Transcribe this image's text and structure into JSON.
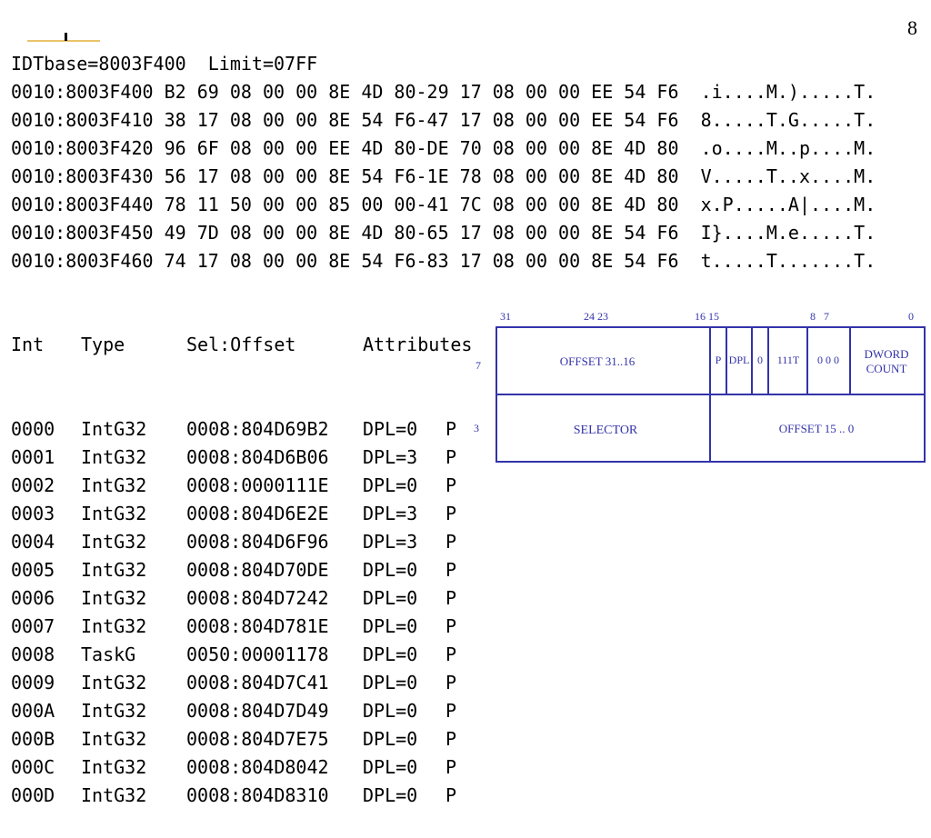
{
  "page_number": "8",
  "idt_header": "IDTbase=8003F400  Limit=07FF",
  "dump_lines": [
    "0010:8003F400 B2 69 08 00 00 8E 4D 80-29 17 08 00 00 EE 54 F6  .i....M.).....T.",
    "0010:8003F410 38 17 08 00 00 8E 54 F6-47 17 08 00 00 EE 54 F6  8.....T.G.....T.",
    "0010:8003F420 96 6F 08 00 00 EE 4D 80-DE 70 08 00 00 8E 4D 80  .o....M..p....M.",
    "0010:8003F430 56 17 08 00 00 8E 54 F6-1E 78 08 00 00 8E 4D 80  V.....T..x....M.",
    "0010:8003F440 78 11 50 00 00 85 00 00-41 7C 08 00 00 8E 4D 80  x.P.....A|....M.",
    "0010:8003F450 49 7D 08 00 00 8E 4D 80-65 17 08 00 00 8E 54 F6  I}....M.e.....T.",
    "0010:8003F460 74 17 08 00 00 8E 54 F6-83 17 08 00 00 8E 54 F6  t.....T.......T."
  ],
  "table": {
    "headers": {
      "int": "Int",
      "type": "Type",
      "sel": "Sel:Offset",
      "attr": "Attributes"
    },
    "rows": [
      {
        "int": "0000",
        "type": "IntG32",
        "sel": "0008:804D69B2",
        "attr": "DPL=0",
        "p": "P"
      },
      {
        "int": "0001",
        "type": "IntG32",
        "sel": "0008:804D6B06",
        "attr": "DPL=3",
        "p": "P"
      },
      {
        "int": "0002",
        "type": "IntG32",
        "sel": "0008:0000111E",
        "attr": "DPL=0",
        "p": "P"
      },
      {
        "int": "0003",
        "type": "IntG32",
        "sel": "0008:804D6E2E",
        "attr": "DPL=3",
        "p": "P"
      },
      {
        "int": "0004",
        "type": "IntG32",
        "sel": "0008:804D6F96",
        "attr": "DPL=3",
        "p": "P"
      },
      {
        "int": "0005",
        "type": "IntG32",
        "sel": "0008:804D70DE",
        "attr": "DPL=0",
        "p": "P"
      },
      {
        "int": "0006",
        "type": "IntG32",
        "sel": "0008:804D7242",
        "attr": "DPL=0",
        "p": "P"
      },
      {
        "int": "0007",
        "type": "IntG32",
        "sel": "0008:804D781E",
        "attr": "DPL=0",
        "p": "P"
      },
      {
        "int": "0008",
        "type": "TaskG",
        "sel": "0050:00001178",
        "attr": "DPL=0",
        "p": "P"
      },
      {
        "int": "0009",
        "type": "IntG32",
        "sel": "0008:804D7C41",
        "attr": "DPL=0",
        "p": "P"
      },
      {
        "int": "000A",
        "type": "IntG32",
        "sel": "0008:804D7D49",
        "attr": "DPL=0",
        "p": "P"
      },
      {
        "int": "000B",
        "type": "IntG32",
        "sel": "0008:804D7E75",
        "attr": "DPL=0",
        "p": "P"
      },
      {
        "int": "000C",
        "type": "IntG32",
        "sel": "0008:804D8042",
        "attr": "DPL=0",
        "p": "P"
      },
      {
        "int": "000D",
        "type": "IntG32",
        "sel": "0008:804D8310",
        "attr": "DPL=0",
        "p": "P"
      }
    ]
  },
  "gate": {
    "bits": {
      "b31": "31",
      "b24_23": "24 23",
      "b16_15": "16 15",
      "b8_7": "8   7",
      "b0": "0"
    },
    "row_hi": "7",
    "row_lo": "3",
    "offset_hi": "OFFSET  31..16",
    "p": "P",
    "dpl": "DPL",
    "zero": "0",
    "type": "111T",
    "zeros": "0 0 0",
    "dword": "DWORD",
    "count": "COUNT",
    "selector": "SELECTOR",
    "offset_lo": "OFFSET 15 .. 0"
  },
  "colors": {
    "diagram": "#3333aa",
    "logo_line": "#e8c46a",
    "text": "#000000"
  }
}
